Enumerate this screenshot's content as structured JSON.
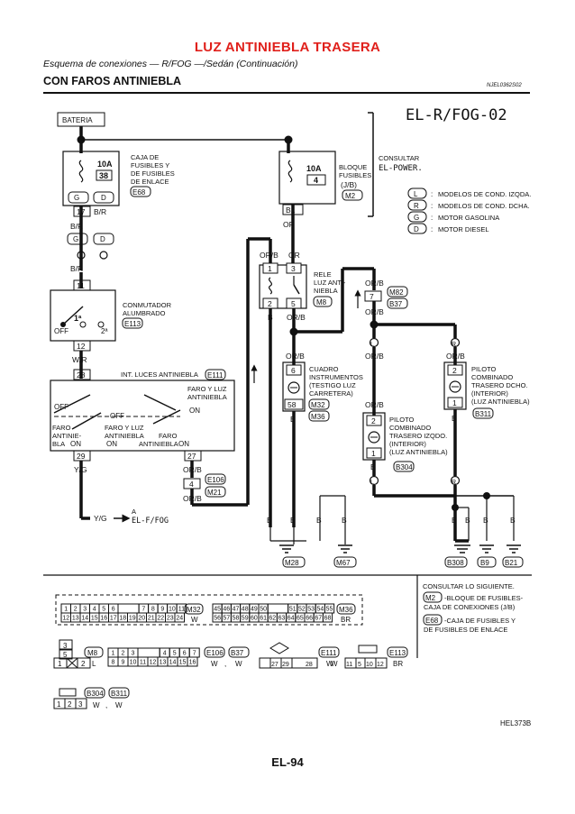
{
  "header": {
    "title": "LUZ ANTINIEBLA TRASERA",
    "subtitle": "Esquema de conexiones — R/FOG —/Sedán (Continuación)",
    "section": "CON FAROS ANTINIEBLA",
    "ref_code": "NJEL0362S02"
  },
  "diagram": {
    "code": "EL-R/FOG-02",
    "battery": "BATERIA",
    "fuse_left": {
      "amps": "10A",
      "number": "38",
      "name": "CAJA DE FUSIBLES Y DE FUSIBLES DE ENLACE",
      "connector": "E68"
    },
    "fuse_right": {
      "amps": "10A",
      "number": "4",
      "name": "BLOQUE FUSIBLES (J/B)",
      "jb": "(J/B)",
      "connector": "M2"
    },
    "consult": "CONSULTAR EL-POWER.",
    "legend": [
      {
        "code": "L",
        "text": "MODELOS DE COND. IZQDA."
      },
      {
        "code": "R",
        "text": "MODELOS DE COND. DCHA."
      },
      {
        "code": "G",
        "text": "MOTOR GASOLINA"
      },
      {
        "code": "D",
        "text": "MOTOR DIESEL"
      }
    ],
    "relay": {
      "name": "RELE LUZ ANTI- NIEBLA",
      "connector": "M8"
    },
    "switch": {
      "name": "CONMUTADOR ALUMBRADO",
      "connector": "E113",
      "off": "OFF",
      "pos1": "1ª",
      "pos2": "2ª"
    },
    "int_switch": {
      "name": "INT. LUCES ANTINIEBLA",
      "connector": "E111",
      "sub": "FARO Y LUZ ANTINIEBLA",
      "off_left": "OFF",
      "off_mid": "OFF",
      "on_right": "ON",
      "label_left": "FARO ANTINIE- BLA",
      "on_left": "ON",
      "label_mid": "FARO Y LUZ ANTINIEBLA",
      "on_mid": "ON",
      "label_right": "FARO ANTINIEBLA",
      "on_right2": "ON"
    },
    "cluster": {
      "name": "CUADRO INSTRUMENTOS (TESTIGO LUZ CARRETERA)",
      "conn1": "M32",
      "conn2": "M36",
      "pin_top": "6",
      "pin_bot": "58"
    },
    "lamp_left": {
      "name": "PILOTO COMBINADO TRASERO IZQDO. (INTERIOR) (LUZ ANTINIEBLA)",
      "connector": "B304",
      "pin_top": "2",
      "pin_bot": "1"
    },
    "lamp_right": {
      "name": "PILOTO COMBINADO TRASERO DCHO. (INTERIOR) (LUZ ANTINIEBLA)",
      "connector": "B311",
      "pin_top": "2",
      "pin_bot": "1"
    },
    "wires": {
      "br": "B/R",
      "wr": "W/R",
      "yg": "Y/G",
      "or": "OR",
      "orb": "OR/B",
      "b": "B"
    },
    "pins": {
      "p17": "17",
      "p11": "11",
      "p12": "12",
      "p28": "28",
      "p29": "29",
      "p27": "27",
      "p4": "4",
      "pB1": "B1",
      "p1": "1",
      "p2": "2",
      "p3": "3",
      "p5": "5",
      "p7": "7"
    },
    "conns": {
      "M82": "M82",
      "B37": "B37",
      "E106": "E106",
      "M21": "M21",
      "M28": "M28",
      "M67": "M67",
      "B308": "B308",
      "B9": "B9",
      "B21": "B21",
      "G": "G",
      "D": "D",
      "L": "L",
      "R": "R"
    },
    "arrow_ref": {
      "a": "A",
      "target": "EL-F/FOG"
    },
    "part_code": "HEL373B"
  },
  "notes": [
    "CONSULTAR LO SIGUIENTE.",
    "M2",
    "-BLOQUE DE FUSIBLES- CAJA DE CONEXIONES (J/B)",
    "E68",
    "-CAJA DE FUSIBLES Y DE FUSIBLES DE ENLACE"
  ],
  "connector_views": {
    "m32_row1": [
      "1",
      "2",
      "3",
      "4",
      "5",
      "6",
      "",
      "7",
      "8",
      "9",
      "10",
      "11"
    ],
    "m32_row2": [
      "12",
      "13",
      "14",
      "15",
      "16",
      "17",
      "18",
      "19",
      "20",
      "21",
      "22",
      "23",
      "24"
    ],
    "m32_tag": "M32",
    "m32_color": "W",
    "m36_row1": [
      "45",
      "46",
      "47",
      "48",
      "49",
      "50",
      "",
      "51",
      "52",
      "53",
      "54",
      "55"
    ],
    "m36_row2": [
      "56",
      "57",
      "58",
      "59",
      "60",
      "61",
      "62",
      "63",
      "64",
      "65",
      "66",
      "67",
      "68"
    ],
    "m36_tag": "M36",
    "m36_color": "BR",
    "m8_pins": [
      "3",
      "5",
      "1",
      "2"
    ],
    "m8_tag": "M8",
    "m8_color": "L",
    "e106_row1": [
      "1",
      "2",
      "3",
      "",
      "4",
      "5",
      "6",
      "7"
    ],
    "e106_row2": [
      "8",
      "9",
      "10",
      "11",
      "12",
      "13",
      "14",
      "15",
      "16"
    ],
    "e106_tag": "E106",
    "b37_tag": "B37",
    "e106_color": "W",
    "b37_color": "W",
    "m82_pins": [
      "27",
      "29",
      "28"
    ],
    "m82_color": "W",
    "e111_pins": [
      "11",
      "5",
      "10",
      "12"
    ],
    "e111_tag": "E111",
    "e111_color": "W",
    "e113_tag": "E113",
    "e113_color": "BR",
    "b304_pins": [
      "1",
      "2",
      "3"
    ],
    "b304_tag": "B304",
    "b311_tag": "B311",
    "b304_color": "W",
    "b311_color": "W"
  }
}
